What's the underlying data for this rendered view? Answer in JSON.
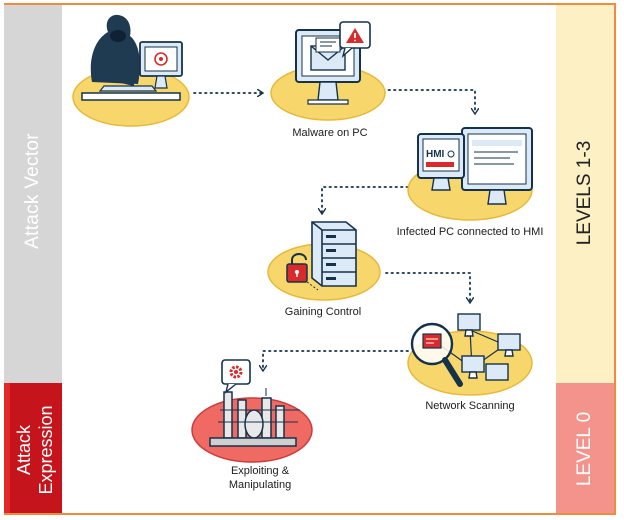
{
  "left_labels": {
    "top": "Attack Vector",
    "bottom": "Attack\nExpression"
  },
  "right_labels": {
    "top": "LEVELS 1-3",
    "bottom": "LEVEL 0"
  },
  "steps": [
    {
      "caption": "Malware on PC",
      "icon": "malware-email-monitor-icon"
    },
    {
      "caption": "Infected PC connected to HMI",
      "icon": "hmi-monitors-icon"
    },
    {
      "caption": "Gaining Control",
      "icon": "server-padlock-icon"
    },
    {
      "caption": "Network Scanning",
      "icon": "magnifier-network-icon"
    },
    {
      "caption": "Exploiting &\nManipulating",
      "icon": "industrial-plant-icon"
    }
  ],
  "hmi_text": "HMI",
  "colors": {
    "frame": "#f08a3c",
    "attack_vector_band": "#d6d6d6",
    "attack_expression_band": "#c5141c",
    "levels13_band": "#fcf0c4",
    "level0_band": "#f4938c",
    "platform_yellow": "#f7d66b",
    "platform_red": "#f06a64",
    "outline_dark": "#16324a",
    "screen_blue": "#dbeaf6",
    "alert_red": "#d92b2b"
  }
}
